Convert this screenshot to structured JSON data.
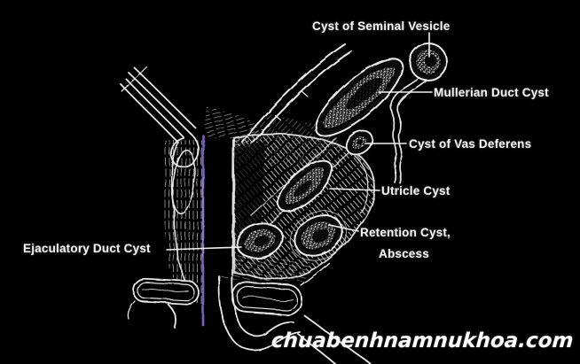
{
  "labels": {
    "cyst_of_seminal_vesicle": "Cyst of Seminal Vesicle",
    "mullerian_duct_cyst": "Mullerian Duct Cyst",
    "cyst_of_vas_deferens": "Cyst of Vas Deferens",
    "utricle_cyst": "Utricle Cyst",
    "retention_cyst_line1": "Retention Cyst,",
    "retention_cyst_line2": "Abscess",
    "ejaculatory_duct_cyst": "Ejaculatory Duct Cyst"
  },
  "watermark": "chuabenhnamnukhoa.com",
  "colors": {
    "background": "#000000",
    "line_art": "#ececec",
    "label_text": "#f5f5f5",
    "urethra_highlight": "#7d5fc0"
  }
}
